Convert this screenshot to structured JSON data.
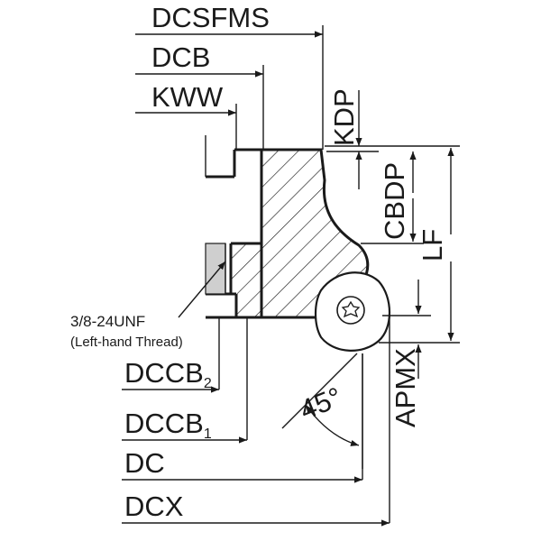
{
  "labels": {
    "dcsfms": "DCSFMS",
    "dcb": "DCB",
    "kww": "KWW",
    "kdp": "KDP",
    "cbdp": "CBDP",
    "lf": "LF",
    "apmx": "APMX",
    "thread_line1": "3/8-24UNF",
    "thread_line2": "(Left-hand Thread)",
    "dccb2_main": "DCCB",
    "dccb2_sub": "2",
    "dccb1_main": "DCCB",
    "dccb1_sub": "1",
    "dc": "DC",
    "dcx": "DCX",
    "angle": "45°"
  },
  "colors": {
    "line": "#1a1a1a",
    "bore_fill": "#cfcfcf",
    "insert_fill": "#ffffff",
    "background": "#ffffff"
  }
}
